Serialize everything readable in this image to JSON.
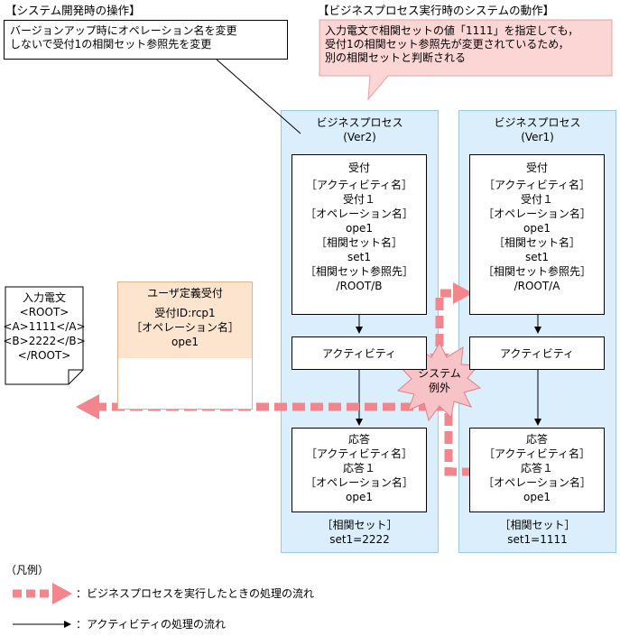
{
  "left_heading": "【システム開発時の操作】",
  "left_note": [
    "バージョンアップ時にオペレーション名を変更",
    "しないで受付1の相関セット参照先を変更"
  ],
  "right_heading": "【ビジネスプロセス実行時のシステムの動作】",
  "right_note": [
    "入力電文で相関セットの値「1111」を指定しても，",
    "受付1の相関セット参照先が変更されているため，",
    "別の相関セットと判断される"
  ],
  "input_doc": {
    "title": "入力電文",
    "lines": [
      "<ROOT>",
      "<A>1111</A>",
      "<B>2222</B>",
      "</ROOT>"
    ]
  },
  "user_receive": {
    "title": "ユーザ定義受付",
    "lines": [
      "受付ID:rcp1",
      "［オペレーション名］",
      "ope1"
    ]
  },
  "bp_ver2": {
    "title": "ビジネスプロセス",
    "version": "(Ver2)",
    "receive": [
      "受付",
      "［アクティビティ名］",
      "受付１",
      "［オペレーション名］",
      "ope1",
      "［相関セット名］",
      "set1",
      "［相関セット参照先］",
      "/ROOT/B"
    ],
    "activity": "アクティビティ",
    "reply": [
      "応答",
      "［アクティビティ名］",
      "応答１",
      "［オペレーション名］",
      "ope1"
    ],
    "corr_label": "［相関セット］",
    "corr_value": "set1=2222"
  },
  "bp_ver1": {
    "title": "ビジネスプロセス",
    "version": "(Ver1)",
    "receive": [
      "受付",
      "［アクティビティ名］",
      "受付１",
      "［オペレーション名］",
      "ope1",
      "［相関セット名］",
      "set1",
      "［相関セット参照先］",
      "/ROOT/A"
    ],
    "activity": "アクティビティ",
    "reply": [
      "応答",
      "［アクティビティ名］",
      "応答１",
      "［オペレーション名］",
      "ope1"
    ],
    "corr_label": "［相関セット］",
    "corr_value": "set1=1111"
  },
  "exception": [
    "システム",
    "例外"
  ],
  "legend": {
    "title": "（凡例）",
    "process_flow": "：ビジネスプロセスを実行したときの処理の流れ",
    "activity_flow": "：アクティビティの処理の流れ"
  },
  "colors": {
    "lane": "#dbeefb",
    "lane_border": "#9cc8e8",
    "callout": "#fcd5d5",
    "callout_border": "#e8a0a0",
    "flow": "#f2868c",
    "user_box_header": "#fce4cf",
    "user_box_border": "#e0b48c",
    "burst": "#f7c3c7"
  }
}
